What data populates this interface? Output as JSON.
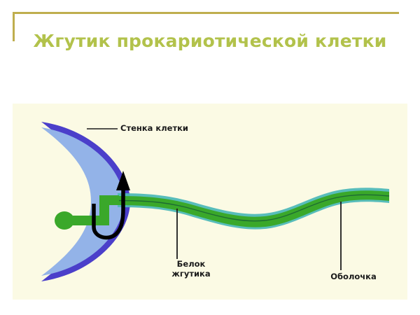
{
  "slide": {
    "title": "Жгутик прокариотической клетки",
    "title_color": "#b2c24b",
    "bracket_color": "#bfae4e",
    "background_color": "#ffffff",
    "panel_color": "#fbfae4"
  },
  "diagram": {
    "name": "prokaryotic-flagellum-diagram",
    "colors": {
      "cell_cytoplasm": "#93b3e8",
      "cell_wall": "#4b3fca",
      "flagellum_core": "#3aa82a",
      "flagellum_sheath": "#4fb9b8",
      "leader_line": "#1b1b1b",
      "arrow": "#000000"
    },
    "labels": {
      "cell_wall": "Стенка клетки",
      "flagellin_line1": "Белок",
      "flagellin_line2": "жгутика",
      "sheath": "Оболочка"
    },
    "parts": [
      "basal-body-knob",
      "hook",
      "flagellum-filament",
      "flagellum-sheath",
      "cell-wall-crescent",
      "rotation-arrow"
    ]
  }
}
